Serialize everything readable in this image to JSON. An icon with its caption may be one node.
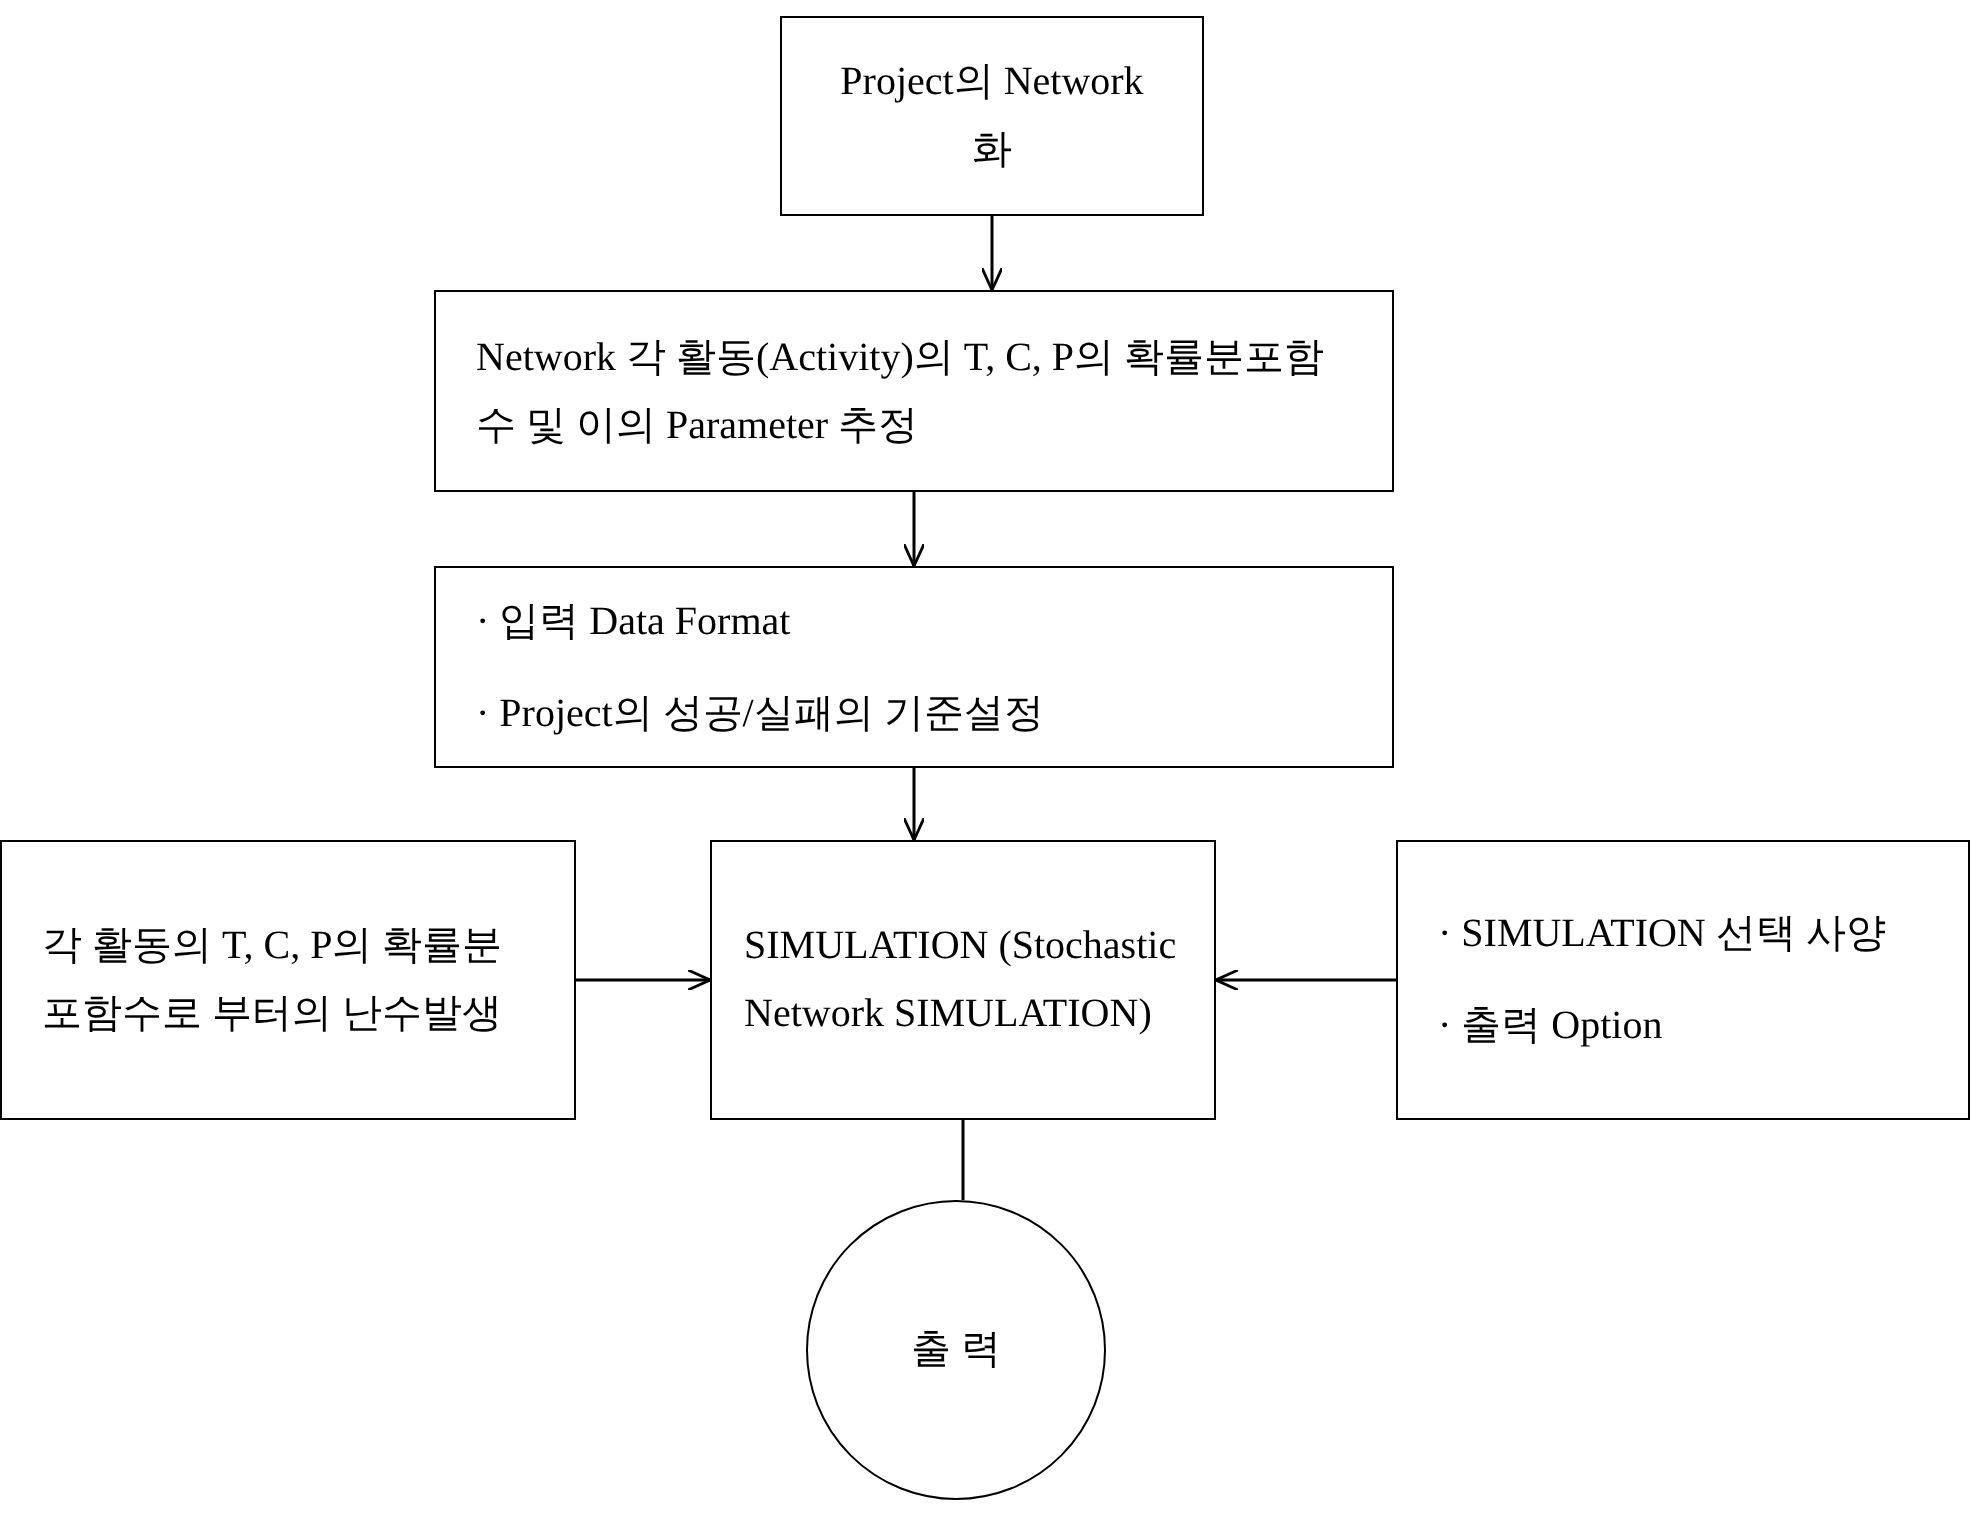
{
  "diagram": {
    "nodes": [
      {
        "text": [
          "Project의 Network화"
        ]
      },
      {
        "text": [
          "Network 각 활동(Activity)의 T, C, P의 확률분포함수 및 이의 Parameter 추정"
        ]
      },
      {
        "text": [
          "· 입력 Data Format",
          "· Project의 성공/실패의 기준설정"
        ]
      },
      {
        "text": [
          "각 활동의 T, C, P의 확률분포함수로 부터의 난수발생"
        ]
      },
      {
        "text": [
          "SIMULATION (Stochastic Network SIMULATION)"
        ]
      },
      {
        "text": [
          "· SIMULATION 선택 사양",
          "· 출력 Option"
        ]
      },
      {
        "text": [
          "출 력"
        ]
      }
    ],
    "edges": [
      {
        "from": 0,
        "to": 1,
        "arrow": "to"
      },
      {
        "from": 1,
        "to": 2,
        "arrow": "to"
      },
      {
        "from": 2,
        "to": 4,
        "arrow": "to"
      },
      {
        "from": 3,
        "to": 4,
        "arrow": "to"
      },
      {
        "from": 5,
        "to": 4,
        "arrow": "to"
      },
      {
        "from": 4,
        "to": 6,
        "arrow": "none"
      }
    ]
  }
}
